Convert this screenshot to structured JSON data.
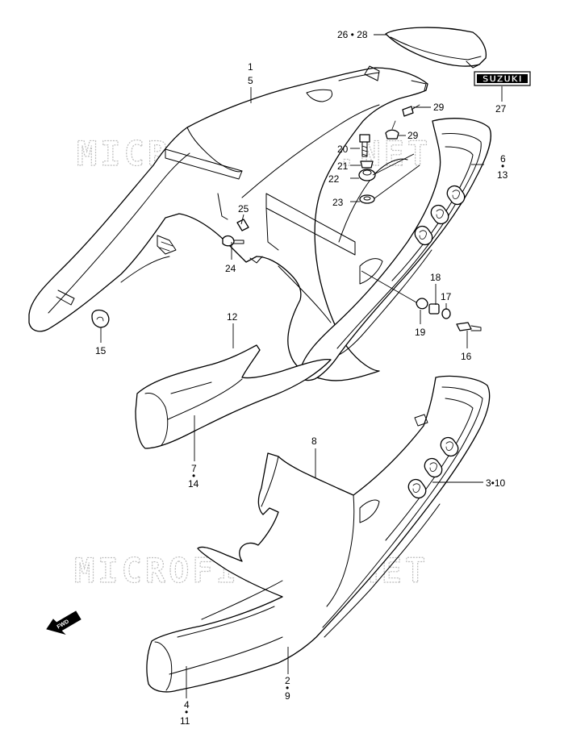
{
  "watermarks": [
    "MICROFICHES.NET",
    "MICROFICHES.NET"
  ],
  "badge_text": "SUZUKI",
  "fwd_text": "FWD",
  "callouts": {
    "c26_28": "26 • 28",
    "c27": "27",
    "c1": "1",
    "c5": "5",
    "c29a": "29",
    "c29b": "29",
    "c20": "20",
    "c21": "21",
    "c22": "22",
    "c23": "23",
    "c6": "6",
    "c6dot": "•",
    "c13": "13",
    "c25": "25",
    "c24": "24",
    "c18": "18",
    "c17": "17",
    "c19": "19",
    "c16": "16",
    "c15": "15",
    "c12": "12",
    "c7": "7",
    "c7dot": "•",
    "c14": "14",
    "c8": "8",
    "c3_10": "3•10",
    "c2": "2",
    "c2dot": "•",
    "c9": "9",
    "c4": "4",
    "c4dot": "•",
    "c11": "11"
  }
}
